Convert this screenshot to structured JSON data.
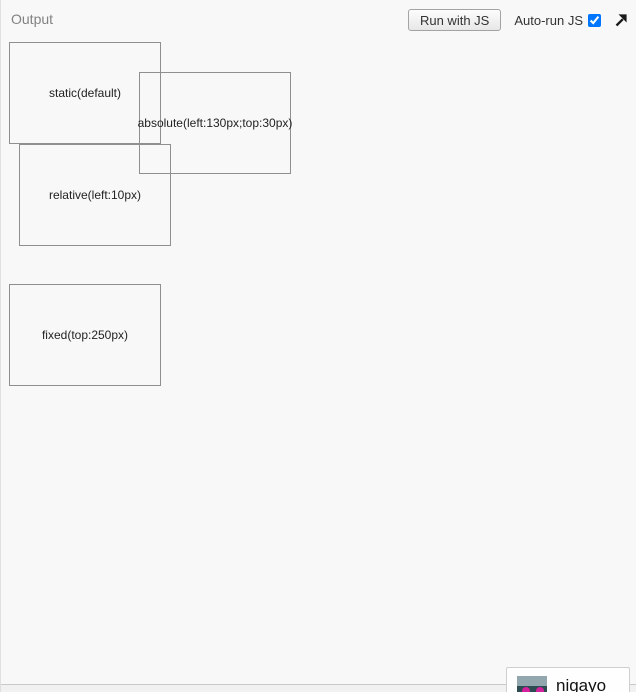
{
  "header": {
    "title": "Output",
    "run_button_label": "Run with JS",
    "auto_run_label": "Auto-run JS",
    "auto_run_checked": true
  },
  "output": {
    "boxes": [
      {
        "id": "static",
        "label": "static(default)"
      },
      {
        "id": "absolute",
        "label": "absolute(left:130px;top:30px)"
      },
      {
        "id": "relative",
        "label": "relative(left:10px)"
      },
      {
        "id": "fixed",
        "label": "fixed(top:250px)"
      }
    ]
  },
  "footer": {
    "tooltip": {
      "username": "nigayo",
      "avatar_colors": {
        "top": "#92a6ae",
        "band": "#2d4b51",
        "dots": "#d4219e"
      }
    }
  },
  "colors": {
    "page_background": "#f8f8f8",
    "box_border": "#8f8f8f",
    "header_text": "#828282",
    "footer_divider": "#c9c9c9",
    "footer_background": "#f1f1f1",
    "popup_border": "#cfcfcf"
  }
}
